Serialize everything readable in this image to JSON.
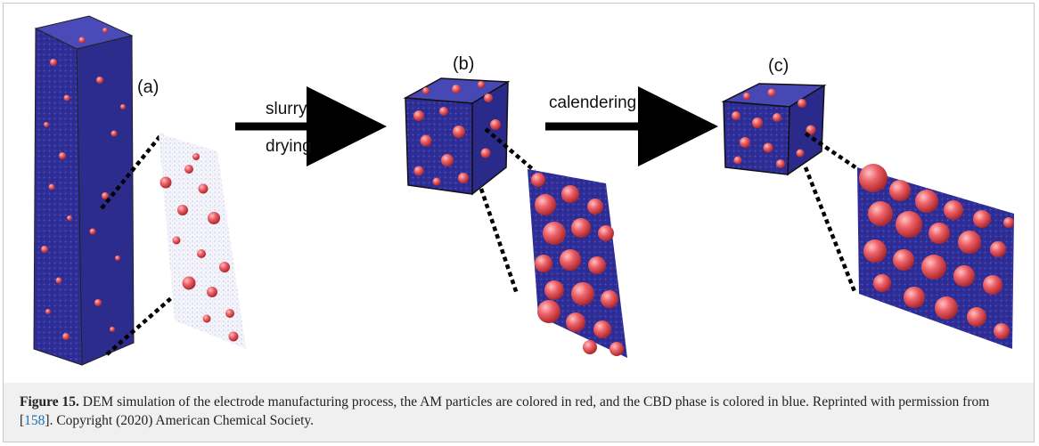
{
  "figure": {
    "panels": [
      {
        "label": "(a)"
      },
      {
        "label": "(b)"
      },
      {
        "label": "(c)"
      }
    ],
    "steps": [
      {
        "line1": "slurry",
        "line2": "drying"
      },
      {
        "line1": "calendering"
      }
    ],
    "colors": {
      "am_particle": "#e8585e",
      "cbd_phase": "#3a3aa8",
      "cbd_sparse": "#b8bce0",
      "caption_bg": "#f0f0f0",
      "link": "#1f6db5"
    }
  },
  "caption": {
    "label": "Figure 15.",
    "text_before_ref": " DEM simulation of the electrode manufacturing process, the AM particles are colored in red, and the CBD phase is colored in blue. Reprinted with permission from [",
    "ref": "158",
    "text_after_ref": "]. Copyright (2020) American Chemical Society."
  }
}
